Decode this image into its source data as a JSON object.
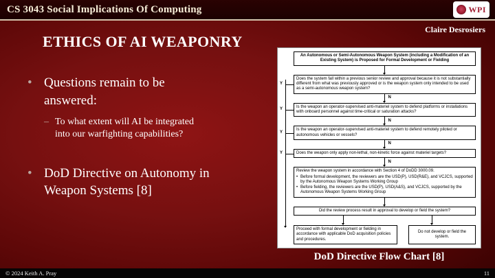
{
  "header": {
    "course_title": "CS 3043 Social Implications Of Computing",
    "logo_text": "WPI"
  },
  "slide": {
    "author": "Claire Desrosiers",
    "title": "ETHICS OF AI WEAPONRY",
    "bullets": [
      {
        "text": "Questions remain to be answered:",
        "sub": [
          "To what extent will AI be integrated into our warfighting capabilities?"
        ]
      },
      {
        "text": "DoD Directive on Autonomy in Weapon Systems [8]",
        "sub": []
      }
    ],
    "figure_caption": "DoD Directive Flow Chart [8]"
  },
  "flowchart": {
    "title": "An Autonomous or Semi-Autonomous Weapon System (including a Modification of an Existing System) is Proposed for Formal Development or Fielding",
    "yes_label": "Y",
    "no_label": "N",
    "questions": [
      "Does the system fall within a previous senior review and approval because it is not substantially different from what was previously approved or is the weapon system only intended to be used as a semi-autonomous weapon system?",
      "Is the weapon an operator-supervised anti-materiel system to defend platforms or installations with onboard personnel against time-critical or saturation attacks?",
      "Is the weapon an operator-supervised anti-materiel system to defend remotely piloted or autonomous vehicles or vessels?",
      "Does the weapon only apply non-lethal, non-kinetic force against materiel targets?"
    ],
    "review": {
      "intro": "Review the weapon system in accordance with Section 4 of DoDD 3000.09.",
      "bullets": [
        "Before formal development, the reviewers are the USD(P), USD(R&E), and VCJCS, supported by the Autonomous Weapon Systems Working Group",
        "Before fielding, the reviewers are the USD(P), USD(A&S), and VCJCS, supported by the Autonomous Weapon Systems Working Group"
      ]
    },
    "final_question": "Did the review process result in approval to develop or field the system?",
    "outcome_yes": "Proceed with formal development or fielding in accordance with applicable DoD acquisition policies and procedures.",
    "outcome_no": "Do not develop or field the system."
  },
  "footer": {
    "copyright": "© 2024 Keith A. Pray",
    "page_number": "11"
  }
}
